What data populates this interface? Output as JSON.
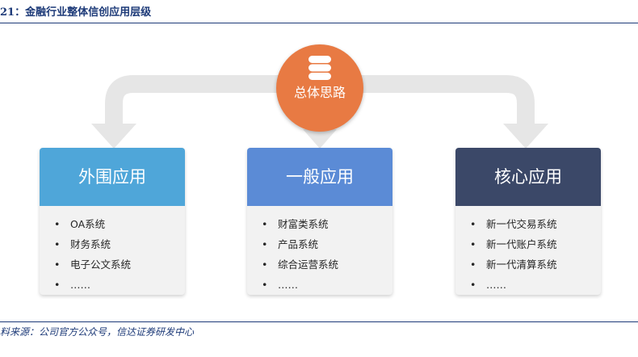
{
  "figure": {
    "title": "21：金融行业整体信创应用层级",
    "source": "料来源：公司官方公众号，信达证券研发中心"
  },
  "hub": {
    "label": "总体思路",
    "icon": "database-icon",
    "color": "#e87a43"
  },
  "arrow_color": "#e6e6e6",
  "cards": [
    {
      "title": "外围应用",
      "color": "#4fa6d9",
      "items": [
        "OA系统",
        "财务系统",
        "电子公文系统",
        "……"
      ]
    },
    {
      "title": "一般应用",
      "color": "#5b8bd6",
      "items": [
        "财富类系统",
        "产品系统",
        "综合运营系统",
        "……"
      ]
    },
    {
      "title": "核心应用",
      "color": "#3b4868",
      "items": [
        "新一代交易系统",
        "新一代账户系统",
        "新一代清算系统",
        "……"
      ]
    }
  ],
  "bullet_char": "•"
}
